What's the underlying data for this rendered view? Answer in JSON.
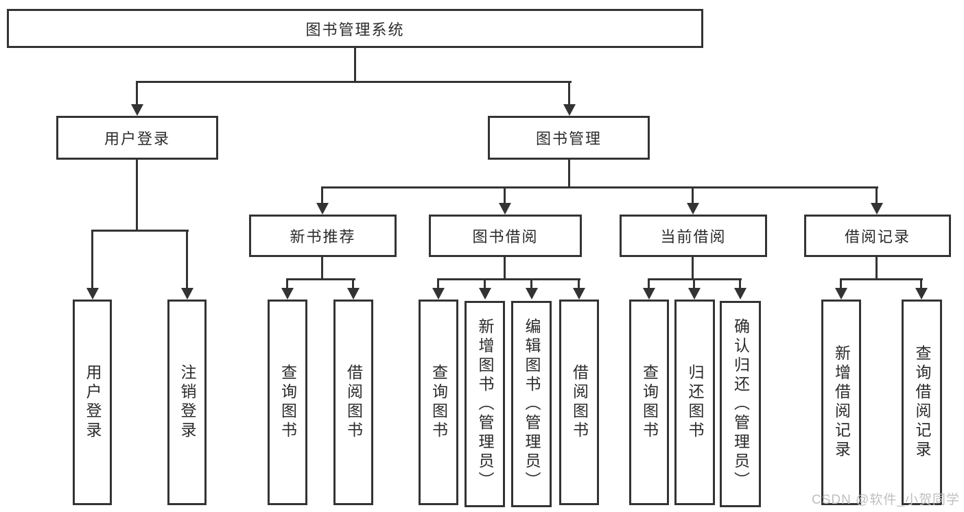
{
  "root": {
    "label": "图书管理系统"
  },
  "branches": {
    "user_login": {
      "label": "用户登录",
      "children": [
        "用户登录",
        "注销登录"
      ]
    },
    "book_mgmt": {
      "label": "图书管理",
      "sections": {
        "new_book": {
          "label": "新书推荐",
          "children": [
            "查询图书",
            "借阅图书"
          ]
        },
        "book_borrow": {
          "label": "图书借阅",
          "children": [
            "查询图书",
            "新增图书（管理员）",
            "编辑图书（管理员）",
            "借阅图书"
          ]
        },
        "current_borrow": {
          "label": "当前借阅",
          "children": [
            "查询图书",
            "归还图书",
            "确认归还（管理员）"
          ]
        },
        "borrow_records": {
          "label": "借阅记录",
          "children": [
            "新增借阅记录",
            "查询借阅记录"
          ]
        }
      }
    }
  },
  "watermark": "CSDN @软件_小贺同学",
  "colors": {
    "line": "#333333",
    "text": "#2b2b2b",
    "watermark": "#bfbfbf",
    "background": "#ffffff"
  }
}
